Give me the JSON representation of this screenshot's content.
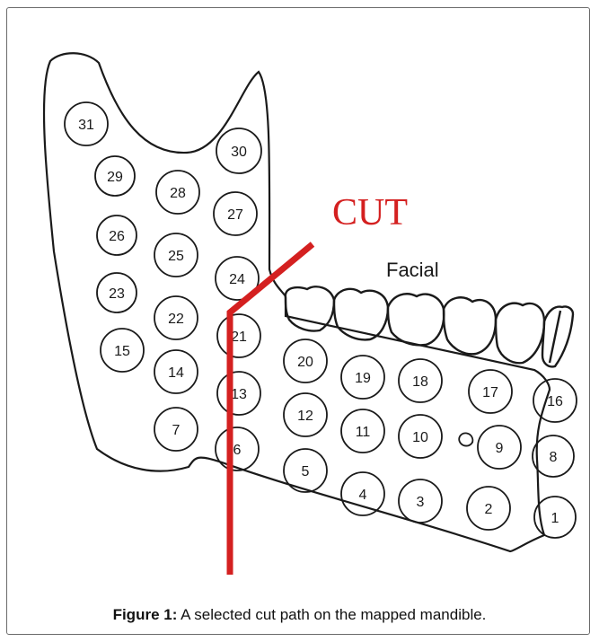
{
  "diagram": {
    "cut_label": "CUT",
    "facial_label": "Facial",
    "regions": [
      {
        "n": "31"
      },
      {
        "n": "30"
      },
      {
        "n": "29"
      },
      {
        "n": "28"
      },
      {
        "n": "27"
      },
      {
        "n": "26"
      },
      {
        "n": "25"
      },
      {
        "n": "24"
      },
      {
        "n": "23"
      },
      {
        "n": "22"
      },
      {
        "n": "21"
      },
      {
        "n": "15"
      },
      {
        "n": "14"
      },
      {
        "n": "13"
      },
      {
        "n": "20"
      },
      {
        "n": "19"
      },
      {
        "n": "18"
      },
      {
        "n": "17"
      },
      {
        "n": "16"
      },
      {
        "n": "12"
      },
      {
        "n": "11"
      },
      {
        "n": "10"
      },
      {
        "n": "9"
      },
      {
        "n": "8"
      },
      {
        "n": "7"
      },
      {
        "n": "6"
      },
      {
        "n": "5"
      },
      {
        "n": "4"
      },
      {
        "n": "3"
      },
      {
        "n": "2"
      },
      {
        "n": "1"
      }
    ],
    "colors": {
      "cut": "#d42020",
      "outline": "#1a1a1a"
    }
  },
  "caption": {
    "label": "Figure 1:",
    "text": " A selected cut path on the mapped mandible."
  }
}
